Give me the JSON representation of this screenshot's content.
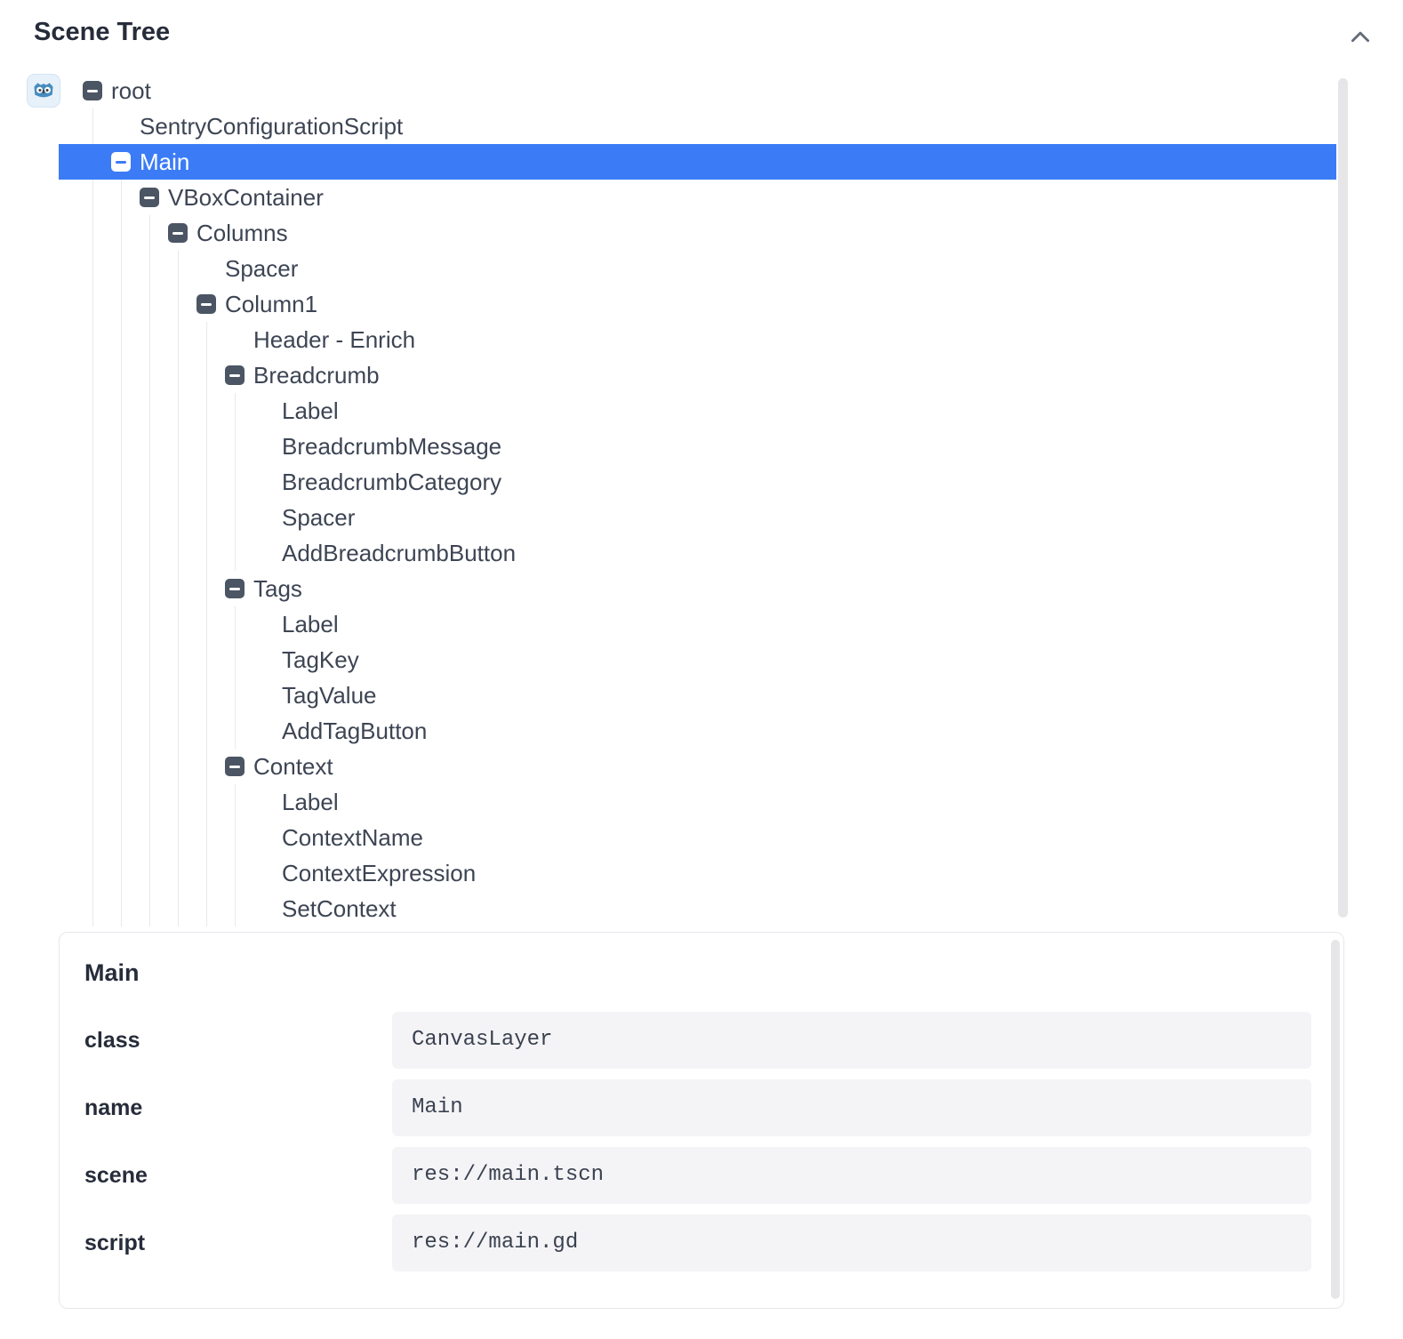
{
  "panel": {
    "title": "Scene Tree"
  },
  "icons": {
    "header_toggle": "chevron-up",
    "tree_badge": "godot-logo",
    "node_toggle": "minus-square"
  },
  "colors": {
    "selected_bg": "#3b7cf6",
    "tree_text": "#3d4554",
    "icon_bg": "#4b5563",
    "guide_line": "#e7e9ee",
    "scrollbar": "#e6e6e8",
    "value_box_bg": "#f4f4f6",
    "panel_border": "#e5e7eb",
    "godot_blue": "#478cbf"
  },
  "tree": {
    "nodes": [
      {
        "label": "root",
        "depth": 0,
        "collapsible": true,
        "selected": false
      },
      {
        "label": "SentryConfigurationScript",
        "depth": 1,
        "collapsible": false,
        "selected": false
      },
      {
        "label": "Main",
        "depth": 1,
        "collapsible": true,
        "selected": true
      },
      {
        "label": "VBoxContainer",
        "depth": 2,
        "collapsible": true,
        "selected": false
      },
      {
        "label": "Columns",
        "depth": 3,
        "collapsible": true,
        "selected": false
      },
      {
        "label": "Spacer",
        "depth": 4,
        "collapsible": false,
        "selected": false
      },
      {
        "label": "Column1",
        "depth": 4,
        "collapsible": true,
        "selected": false
      },
      {
        "label": "Header - Enrich",
        "depth": 5,
        "collapsible": false,
        "selected": false
      },
      {
        "label": "Breadcrumb",
        "depth": 5,
        "collapsible": true,
        "selected": false
      },
      {
        "label": "Label",
        "depth": 6,
        "collapsible": false,
        "selected": false
      },
      {
        "label": "BreadcrumbMessage",
        "depth": 6,
        "collapsible": false,
        "selected": false
      },
      {
        "label": "BreadcrumbCategory",
        "depth": 6,
        "collapsible": false,
        "selected": false
      },
      {
        "label": "Spacer",
        "depth": 6,
        "collapsible": false,
        "selected": false
      },
      {
        "label": "AddBreadcrumbButton",
        "depth": 6,
        "collapsible": false,
        "selected": false
      },
      {
        "label": "Tags",
        "depth": 5,
        "collapsible": true,
        "selected": false
      },
      {
        "label": "Label",
        "depth": 6,
        "collapsible": false,
        "selected": false
      },
      {
        "label": "TagKey",
        "depth": 6,
        "collapsible": false,
        "selected": false
      },
      {
        "label": "TagValue",
        "depth": 6,
        "collapsible": false,
        "selected": false
      },
      {
        "label": "AddTagButton",
        "depth": 6,
        "collapsible": false,
        "selected": false
      },
      {
        "label": "Context",
        "depth": 5,
        "collapsible": true,
        "selected": false
      },
      {
        "label": "Label",
        "depth": 6,
        "collapsible": false,
        "selected": false
      },
      {
        "label": "ContextName",
        "depth": 6,
        "collapsible": false,
        "selected": false
      },
      {
        "label": "ContextExpression",
        "depth": 6,
        "collapsible": false,
        "selected": false
      },
      {
        "label": "SetContext",
        "depth": 6,
        "collapsible": false,
        "selected": false
      }
    ]
  },
  "details": {
    "title": "Main",
    "rows": [
      {
        "label": "class",
        "value": "CanvasLayer"
      },
      {
        "label": "name",
        "value": "Main"
      },
      {
        "label": "scene",
        "value": "res://main.tscn"
      },
      {
        "label": "script",
        "value": "res://main.gd"
      }
    ]
  }
}
